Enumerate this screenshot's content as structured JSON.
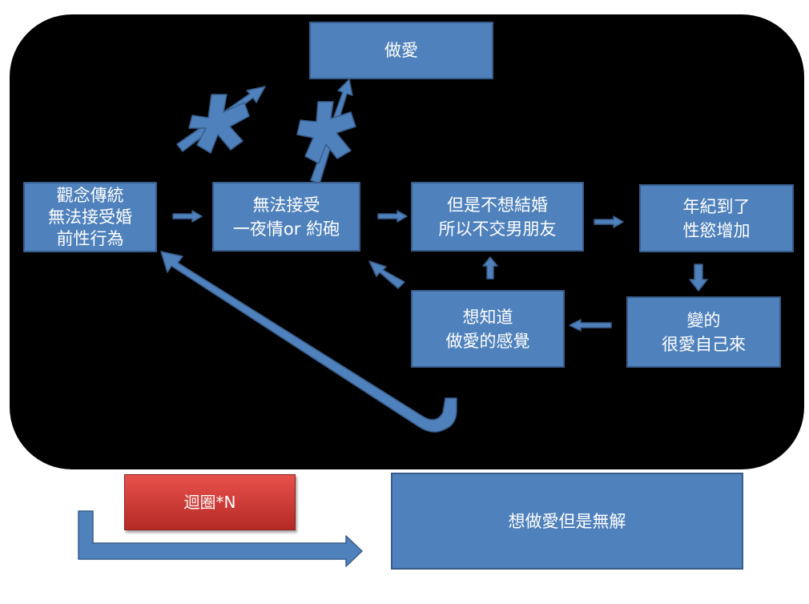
{
  "colors": {
    "panel": "#000000",
    "box_fill": "#4f81bd",
    "box_border": "#385d8a",
    "arrow_fill": "#4f81bd",
    "loop_box": "#d0403c",
    "text": "#ffffff"
  },
  "nodes": {
    "make_love": "做愛",
    "traditional": "觀念傳統\n無法接受婚\n前性行為",
    "no_one_night": "無法接受\n一夜情or 約砲",
    "no_marriage": "但是不想結婚\n所以不交男朋友",
    "age_libido": "年紀到了\n性慾增加",
    "self_love": "變的\n很愛自己來",
    "curious": "想知道\n做愛的感覺",
    "loop_label": "迴圈*N",
    "result": "想做愛但是無解"
  }
}
